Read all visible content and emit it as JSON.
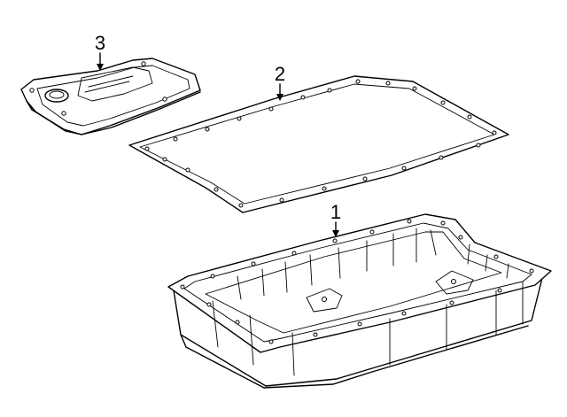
{
  "callouts": {
    "pan": "1",
    "gasket": "2",
    "filter": "3"
  }
}
